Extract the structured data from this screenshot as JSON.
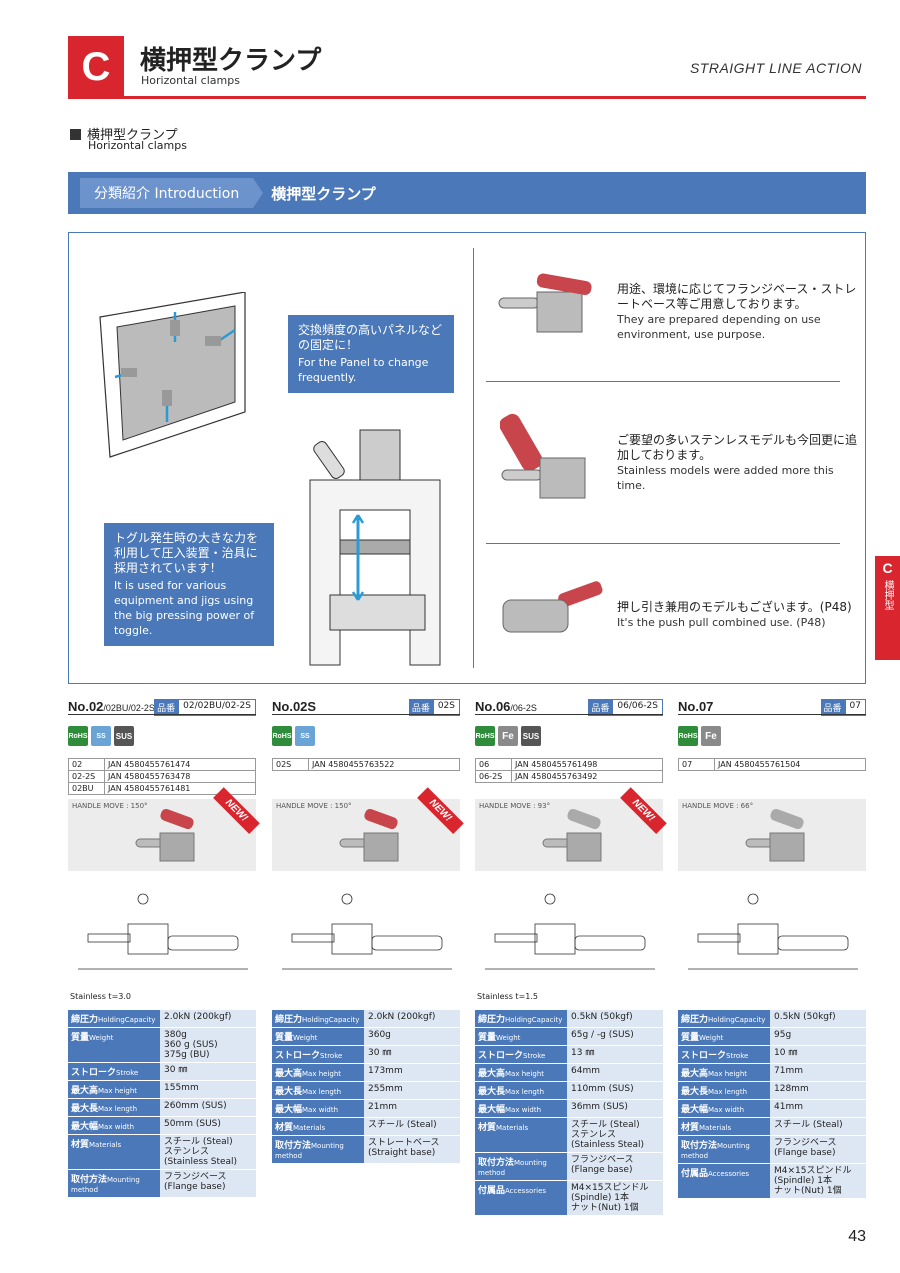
{
  "header": {
    "badge": "C",
    "title": "横押型クランプ",
    "subtitle": "Horizontal clamps",
    "right": "STRAIGHT LINE ACTION"
  },
  "section": {
    "title": "横押型クランプ",
    "subtitle": "Horizontal clamps"
  },
  "intro": {
    "tag": "分類紹介 Introduction",
    "title": "横押型クランプ"
  },
  "callouts": [
    {
      "jp": "交換頻度の高いパネルなどの固定に！",
      "en": "For the Panel to change frequently."
    },
    {
      "jp": "トグル発生時の大きな力を利用して圧入装置・治具に採用されています！",
      "en": "It is used for various equipment and jigs using the big pressing power of toggle."
    }
  ],
  "features": [
    {
      "jp": "用途、環境に応じてフランジベース・ストレートベース等ご用意しております。",
      "en": "They are prepared depending on use environment, use purpose."
    },
    {
      "jp": "ご要望の多いステンレスモデルも今回更に追加しております。",
      "en": "Stainless models were added more this time."
    },
    {
      "jp": "押し引き兼用のモデルもございます。(P48)",
      "en": "It's the push pull combined use. (P48)"
    }
  ],
  "sidetab": {
    "letter": "C",
    "text": "横押型"
  },
  "page_number": "43",
  "hinban_label": "品番",
  "new_label": "NEW!",
  "products": [
    {
      "model": "No.02",
      "model_small": "/02BU/02-2S",
      "hinban": "02/02BU/02-2S",
      "badges": [
        "RoHS",
        "SS",
        "SUS"
      ],
      "jan": [
        [
          "02",
          "JAN 4580455761474"
        ],
        [
          "02-2S",
          "JAN 4580455763478"
        ],
        [
          "02BU",
          "JAN 4580455761481"
        ]
      ],
      "handle": "HANDLE MOVE : 150°",
      "new": true,
      "note": "Stainless t=3.0",
      "specs": [
        [
          "締圧力",
          "HoldingCapacity",
          "2.0kN (200kgf)"
        ],
        [
          "質量",
          "Weight",
          "380g\n360 g (SUS)\n375g (BU)"
        ],
        [
          "ストローク",
          "Stroke",
          "30 ㎜"
        ],
        [
          "最大高",
          "Max height",
          "155mm"
        ],
        [
          "最大長",
          "Max length",
          "260mm (SUS)"
        ],
        [
          "最大幅",
          "Max width",
          "50mm (SUS)"
        ],
        [
          "材質",
          "Materials",
          "スチール (Steal)\nステンレス\n(Stainless Steal)"
        ],
        [
          "取付方法",
          "Mounting method",
          "フランジベース\n(Flange base)"
        ]
      ]
    },
    {
      "model": "No.02S",
      "model_small": "",
      "hinban": "02S",
      "badges": [
        "RoHS",
        "SS"
      ],
      "jan": [
        [
          "02S",
          "JAN 4580455763522"
        ]
      ],
      "handle": "HANDLE MOVE : 150°",
      "new": true,
      "note": "",
      "specs": [
        [
          "締圧力",
          "HoldingCapacity",
          "2.0kN (200kgf)"
        ],
        [
          "質量",
          "Weight",
          "360g"
        ],
        [
          "ストローク",
          "Stroke",
          "30 ㎜"
        ],
        [
          "最大高",
          "Max height",
          "173mm"
        ],
        [
          "最大長",
          "Max length",
          "255mm"
        ],
        [
          "最大幅",
          "Max width",
          "21mm"
        ],
        [
          "材質",
          "Materials",
          "スチール (Steal)"
        ],
        [
          "取付方法",
          "Mounting method",
          "ストレートベース\n(Straight base)"
        ]
      ]
    },
    {
      "model": "No.06",
      "model_small": "/06-2S",
      "hinban": "06/06-2S",
      "badges": [
        "RoHS",
        "Fe",
        "SUS"
      ],
      "jan": [
        [
          "06",
          "JAN 4580455761498"
        ],
        [
          "06-2S",
          "JAN 4580455763492"
        ]
      ],
      "handle": "HANDLE MOVE : 93°",
      "new": true,
      "note": "Stainless t=1.5",
      "specs": [
        [
          "締圧力",
          "HoldingCapacity",
          "0.5kN (50kgf)"
        ],
        [
          "質量",
          "Weight",
          "65g / -g (SUS)"
        ],
        [
          "ストローク",
          "Stroke",
          "13 ㎜"
        ],
        [
          "最大高",
          "Max height",
          "64mm"
        ],
        [
          "最大長",
          "Max length",
          "110mm (SUS)"
        ],
        [
          "最大幅",
          "Max width",
          "36mm (SUS)"
        ],
        [
          "材質",
          "Materials",
          "スチール (Steal)\nステンレス\n(Stainless Steal)"
        ],
        [
          "取付方法",
          "Mounting method",
          "フランジベース\n(Flange base)"
        ],
        [
          "付属品",
          "Accessories",
          "M4×15スピンドル\n(Spindle) 1本\nナット(Nut) 1個"
        ]
      ]
    },
    {
      "model": "No.07",
      "model_small": "",
      "hinban": "07",
      "badges": [
        "RoHS",
        "Fe"
      ],
      "jan": [
        [
          "07",
          "JAN 4580455761504"
        ]
      ],
      "handle": "HANDLE MOVE : 66°",
      "new": false,
      "note": "",
      "specs": [
        [
          "締圧力",
          "HoldingCapacity",
          "0.5kN (50kgf)"
        ],
        [
          "質量",
          "Weight",
          "95g"
        ],
        [
          "ストローク",
          "Stroke",
          "10 ㎜"
        ],
        [
          "最大高",
          "Max height",
          "71mm"
        ],
        [
          "最大長",
          "Max length",
          "128mm"
        ],
        [
          "最大幅",
          "Max width",
          "41mm"
        ],
        [
          "材質",
          "Materials",
          "スチール (Steal)"
        ],
        [
          "取付方法",
          "Mounting method",
          "フランジベース\n(Flange base)"
        ],
        [
          "付属品",
          "Accessories",
          "M4×15スピンドル\n(Spindle) 1本\nナット(Nut) 1個"
        ]
      ]
    }
  ]
}
